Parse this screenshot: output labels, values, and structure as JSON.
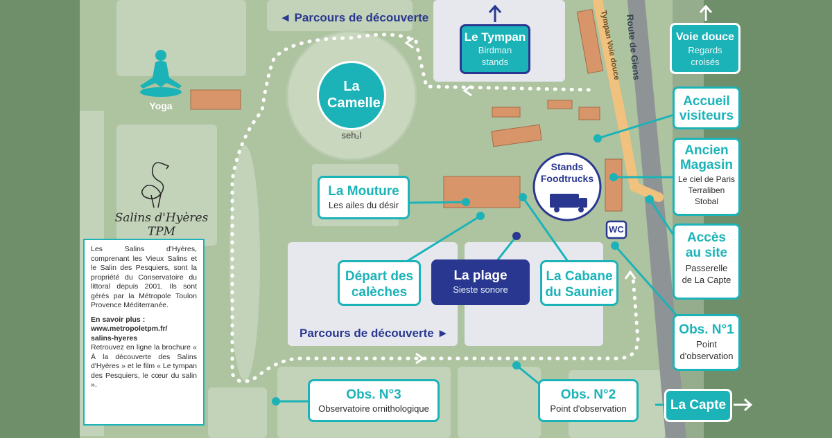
{
  "routes": {
    "top": "◄ Parcours de découverte",
    "bottom": "Parcours de découverte ►"
  },
  "roads": {
    "route_de_giens": "Route de Giens",
    "tympan_voie_douce": "Tympan Voie douce"
  },
  "places": {
    "la_camelle": {
      "title": "La Camelle",
      "caption": "seh₂l"
    },
    "le_tympan": {
      "title": "Le Tympan",
      "sub1": "Birdman",
      "sub2": "stands"
    },
    "voie_douce": {
      "title": "Voie douce",
      "sub1": "Regards",
      "sub2": "croisés"
    },
    "accueil": {
      "title1": "Accueil",
      "title2": "visiteurs"
    },
    "ancien_magasin": {
      "title1": "Ancien",
      "title2": "Magasin",
      "sub1": "Le ciel de Paris",
      "sub2": "Terraliben",
      "sub3": "Stobal"
    },
    "acces": {
      "title1": "Accès",
      "title2": "au site",
      "sub1": "Passerelle",
      "sub2": "de La Capte"
    },
    "obs1": {
      "title": "Obs. N°1",
      "sub1": "Point",
      "sub2": "d'observation"
    },
    "la_capte": {
      "title": "La Capte"
    },
    "obs2": {
      "title": "Obs. N°2",
      "sub": "Point d'observation"
    },
    "obs3": {
      "title": "Obs. N°3",
      "sub": "Observatoire ornithologique"
    },
    "la_mouture": {
      "title": "La Mouture",
      "sub": "Les ailes du désir"
    },
    "depart": {
      "title1": "Départ des",
      "title2": "calèches"
    },
    "la_plage": {
      "title": "La plage",
      "sub": "Sieste sonore"
    },
    "cabane": {
      "title1": "La Cabane",
      "title2": "du Saunier"
    },
    "stands": {
      "title1": "Stands",
      "title2": "Foodtrucks"
    },
    "wc": "WC",
    "yoga": "Yoga"
  },
  "logo": {
    "text": "Salins d'Hyères TPM"
  },
  "info": {
    "paragraph": "Les Salins d'Hyères, comprenant les Vieux Salins et le Salin des Pesquiers, sont la propriété du Conservatoire du littoral depuis 2001. Ils sont gérés par la Métropole Toulon Provence Méditerranée.",
    "more_title": "En savoir plus :",
    "link1": "www.metropoletpm.fr/",
    "link2": "salins-hyeres",
    "more_text": "Retrouvez en ligne la brochure « À la découverte des Salins d'Hyères » et le film « Le tympan des Pesquiers, le cœur du salin »."
  },
  "colors": {
    "teal": "#1bb3b8",
    "navy": "#2a3790",
    "ground": "#aec3a0",
    "block": "#c3d3b9",
    "water": "#e6e8ee",
    "roof": "#d9956a",
    "road": "#8e9496",
    "bikepath": "#f1c27d"
  }
}
